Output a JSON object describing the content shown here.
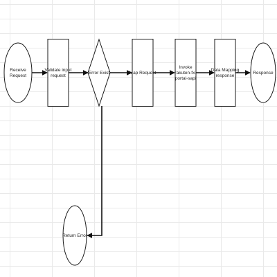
{
  "diagram": {
    "nodes": [
      {
        "id": "receive",
        "shape": "ellipse",
        "lines": [
          "Receive",
          "Request"
        ]
      },
      {
        "id": "validate",
        "shape": "rect",
        "lines": [
          "Validate input",
          "request"
        ]
      },
      {
        "id": "error",
        "shape": "diamond",
        "lines": [
          "Error Exist"
        ]
      },
      {
        "id": "map",
        "shape": "rect",
        "lines": [
          "Map Request"
        ]
      },
      {
        "id": "invoke",
        "shape": "rect",
        "lines": [
          "Invoke",
          "rakuten-fx-",
          "portal-sapi"
        ]
      },
      {
        "id": "datamap",
        "shape": "rect",
        "lines": [
          "Data Mapping",
          "response"
        ]
      },
      {
        "id": "response",
        "shape": "ellipse",
        "lines": [
          "Response"
        ]
      },
      {
        "id": "return",
        "shape": "ellipse",
        "lines": [
          "Return Error"
        ]
      }
    ],
    "edges": [
      {
        "from": "receive",
        "to": "validate"
      },
      {
        "from": "validate",
        "to": "error"
      },
      {
        "from": "error",
        "to": "map"
      },
      {
        "from": "map",
        "to": "invoke"
      },
      {
        "from": "invoke",
        "to": "datamap"
      },
      {
        "from": "datamap",
        "to": "response"
      },
      {
        "from": "error",
        "to": "return"
      }
    ]
  },
  "colors": {
    "stroke": "#1a1a1a",
    "connector": "#111111",
    "grid": "#e9e9e9"
  }
}
